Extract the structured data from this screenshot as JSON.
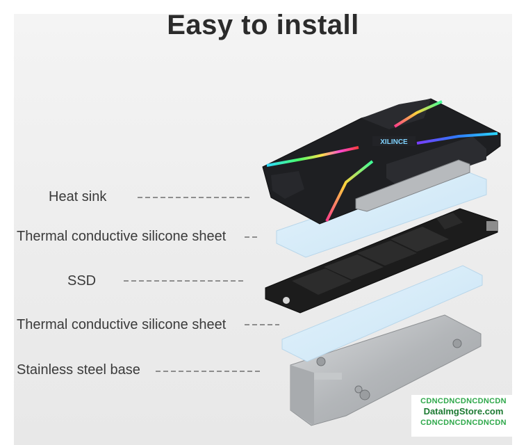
{
  "title": "Easy to install",
  "labels": {
    "heat_sink": "Heat sink",
    "sheet_top": "Thermal conductive silicone sheet",
    "ssd": "SSD",
    "sheet_bottom": "Thermal conductive silicone sheet",
    "base": "Stainless steel base"
  },
  "heatsink_brand": "XILINCE",
  "watermark": {
    "line1": "CDNCDNCDNCDNCDN",
    "line2": "DataImgStore.com",
    "line3": "CDNCDNCDNCDNCDN"
  },
  "colors": {
    "label_text": "#3a3a3a",
    "heatsink_body": "#1e1f22",
    "silicone_sheet": "#d6ecf8",
    "ssd_board": "#1a1a1a",
    "base_metal": "#b9bcbf",
    "watermark_green": "#2ea84a"
  }
}
